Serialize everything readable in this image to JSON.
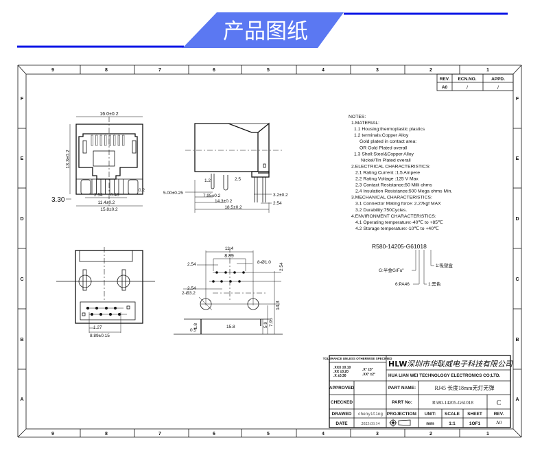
{
  "header": {
    "title": "产品图纸",
    "accent_color": "#0a14e6",
    "banner_color": "#5b78f2"
  },
  "frame": {
    "columns": [
      "9",
      "8",
      "7",
      "6",
      "5",
      "4",
      "3",
      "2",
      "1"
    ],
    "rows": [
      "F",
      "E",
      "D",
      "C",
      "B",
      "A"
    ]
  },
  "revision_table": {
    "headers": [
      "REV.",
      "ECN.NO.",
      "APPD."
    ],
    "values": [
      "A0",
      "/",
      "/"
    ]
  },
  "front_view": {
    "width": "16.0±0.2",
    "height": "13.3±0.2",
    "pitch": "2.54",
    "pin_w": "0.46",
    "span1": "11.4±0.2",
    "span2": "15.8±0.2",
    "offset": "0.2",
    "left": "3.30"
  },
  "side_view": {
    "d1": "1.2",
    "d2": "2.5",
    "d3": "5.00±0.25",
    "d4": "7.95±0.2",
    "d5": "14.3±0.2",
    "d6": "18.5±0.2",
    "d7": "3.2±0.2",
    "d8": "2.54"
  },
  "bottom_view": {
    "d1": "1.27",
    "d2": "8.89±0.15"
  },
  "pcb_layout": {
    "d1": "11.4",
    "d2": "8.89",
    "d3": "2.54",
    "d4": "8-Ø1.0",
    "d5": "2.54",
    "d6": "2-Ø3.2",
    "d7": "2.54",
    "d8": "14.3",
    "d9": "7.95",
    "d10": "5.9",
    "d11": "15.8",
    "d12": "1.8",
    "d13": "0.5"
  },
  "notes": [
    "NOTES:",
    "1.MATERIAL:",
    "1.1  Housing:thermoplastic  plastics",
    "1.2  terminals:Copper  Alloy",
    "Gold  plated  in  contact  area:",
    "OR Gold   Plated  overall",
    "1.3  Shell:Steel&Copper  Alloy",
    "Nickel/Tin  Plated  overall",
    "2.ELECTRICAL  CHARACTERISTICS:",
    "2.1  Rating  Current  :1.5  Ampere",
    "2.2  Rating  Voltage  :125  V  Max",
    "2.3  Contact  Resistance:50  Milli  ohms",
    "2.4  Insulation  Resistance:500  Mega  ohms  Min.",
    "3.MECHANICAL  CHARACTERISTICS:",
    "3.1  Connector  Mating  force: 2.27kgf  MAX",
    "3.2  Durability:750Cycles.",
    "4.ENVIRONMENT  CHARACTERISTICS:",
    "4.1  Operating  temperature:-40℃  to  +85℃",
    "4.2  Storage  temperature:-10℃  to  +40℃"
  ],
  "part_code": {
    "code": "R580-14205-G61018",
    "g": "G:半金G/Fu\"",
    "six": "6:PA46",
    "one_a": "1:吸塑盒",
    "one_b": "1:黑色"
  },
  "title_block": {
    "tolerance_title": "TOLERANCE  UNLESS OTHERWISE  SPECIFIED",
    "tol_lines": [
      ".XXX  ±0.10",
      ".XX   ±0.20",
      ".X    ±0.30"
    ],
    "tol_angles": [
      ".X°   ±3°",
      ".XX°  ±2°"
    ],
    "logo": "HLW",
    "company_cn": "深圳市华联威电子科技有限公司",
    "company_en": "HUA LIAN WEI TECHNOLOGY ELECTRONICS CO;LTD.",
    "approved": "APPROVED",
    "checked": "CHECKED",
    "drawed": "DRAWED",
    "drawed_value": "chenyiting",
    "date": "DATE",
    "date_value": "2023.03.14",
    "part_name_label": "PART NAME:",
    "part_name": "RJ45 长度18mm无灯无弹",
    "part_no_label": "PART No:",
    "part_no": "R580-14205-G61018",
    "size": "C",
    "projection": "PROJECTION:",
    "unit_label": "UNIT:",
    "unit": "mm",
    "scale_label": "SCALE",
    "scale": "1:1",
    "sheet_label": "SHEET",
    "sheet": "1OF1",
    "rev_label": "REV.",
    "rev": "A0"
  }
}
